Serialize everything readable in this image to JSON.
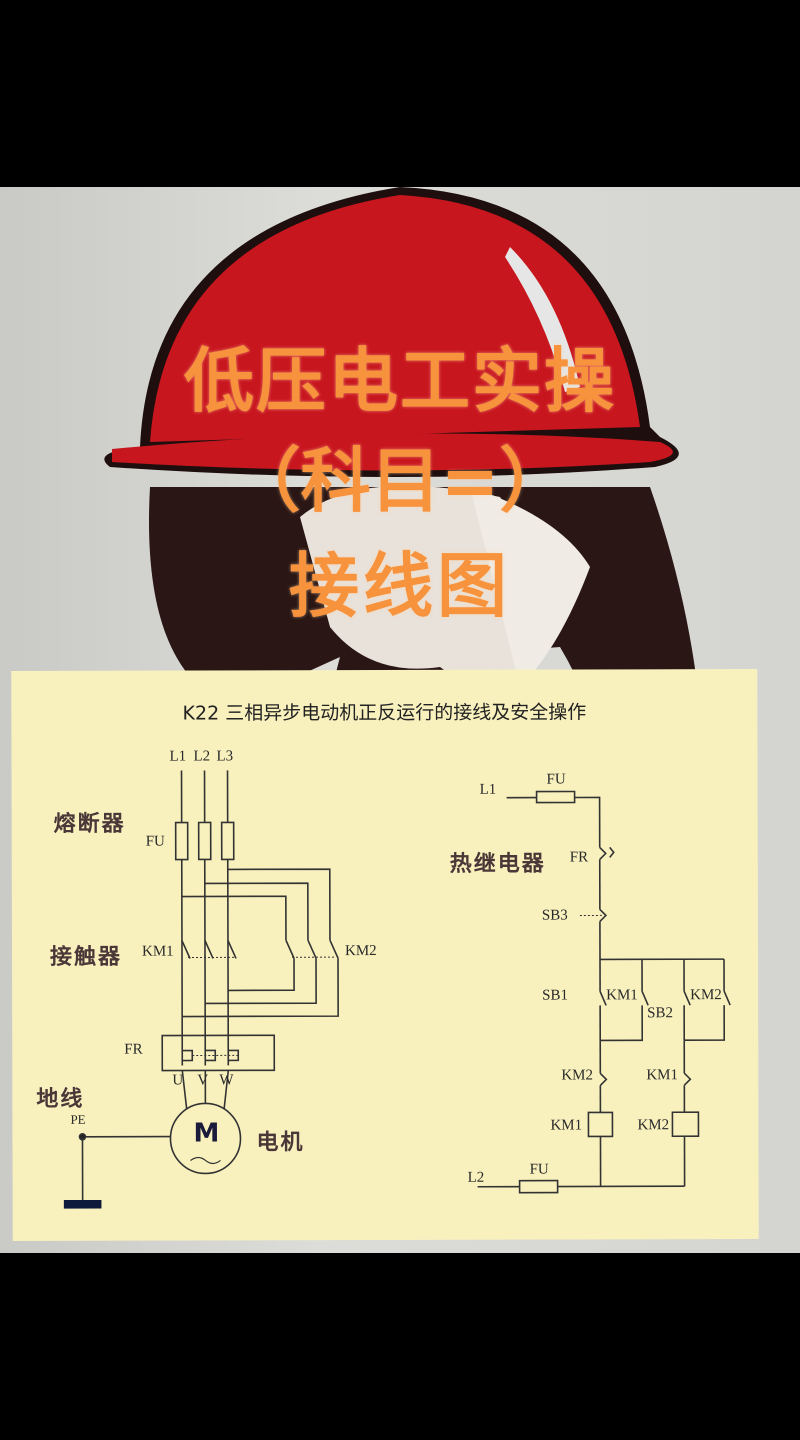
{
  "cover": {
    "title_line1": "低压电工实操",
    "title_line2": "（科目=）",
    "title_line3": "接线图",
    "title_color": "#f7923d",
    "helmet_color": "#c8161f"
  },
  "diagram": {
    "title": "K22 三相异步电动机正反运行的接线及安全操作",
    "main_circuit": {
      "phase_labels": [
        "L1",
        "L2",
        "L3"
      ],
      "fuse_cn": "熔断器",
      "fuse_code": "FU",
      "contactor_cn": "接触器",
      "contactor1_code": "KM1",
      "contactor2_code": "KM2",
      "thermal_code": "FR",
      "terminals": [
        "U",
        "V",
        "W"
      ],
      "ground_cn": "地线",
      "ground_code": "PE",
      "motor_symbol": "M",
      "motor_cn": "电机"
    },
    "control_circuit": {
      "l1": "L1",
      "l2": "L2",
      "fuse_top": "FU",
      "fuse_bottom": "FU",
      "thermal_cn": "热继电器",
      "thermal_code": "FR",
      "stop_button": "SB3",
      "fwd_button": "SB1",
      "rev_button": "SB2",
      "km1_aux": "KM1",
      "km2_aux": "KM2",
      "km2_interlock": "KM2",
      "km1_interlock": "KM1",
      "km1_coil": "KM1",
      "km2_coil": "KM2"
    }
  }
}
